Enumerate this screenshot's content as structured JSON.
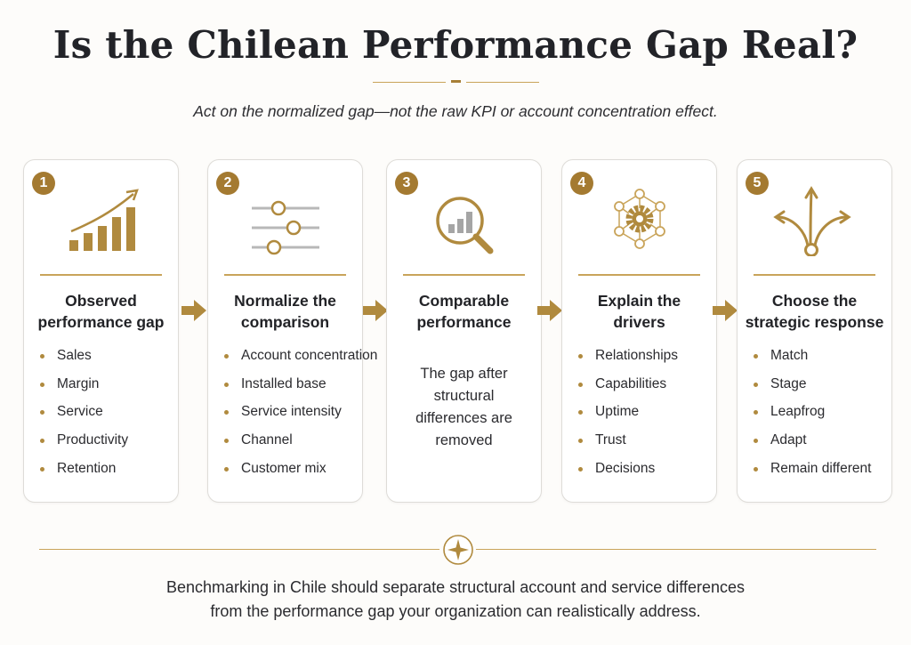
{
  "title": "Is the Chilean Performance Gap Real?",
  "subtitle": "Act on the normalized gap—not the raw KPI or account concentration effect.",
  "colors": {
    "accent": "#a47a31",
    "accent_light": "#c9a45a",
    "text": "#26262b",
    "card_border": "#dedcd8"
  },
  "steps": [
    {
      "number": "1",
      "icon": "growth-bar-chart-icon",
      "title_line1": "Observed",
      "title_line2": "performance gap",
      "bullets": [
        "Sales",
        "Margin",
        "Service",
        "Productivity",
        "Retention"
      ]
    },
    {
      "number": "2",
      "icon": "sliders-icon",
      "title_line1": "Normalize the",
      "title_line2": "comparison",
      "bullets": [
        "Account concentration",
        "Installed base",
        "Service intensity",
        "Channel",
        "Customer mix"
      ]
    },
    {
      "number": "3",
      "icon": "magnifier-chart-icon",
      "title_line1": "Comparable",
      "title_line2": "performance",
      "desc_lines": [
        "The gap after",
        "structural",
        "differences are",
        "removed"
      ]
    },
    {
      "number": "4",
      "icon": "gear-network-icon",
      "title_line1": "Explain the",
      "title_line2": "drivers",
      "bullets": [
        "Relationships",
        "Capabilities",
        "Uptime",
        "Trust",
        "Decisions"
      ]
    },
    {
      "number": "5",
      "icon": "branching-arrows-icon",
      "title_line1": "Choose the",
      "title_line2": "strategic response",
      "bullets": [
        "Match",
        "Stage",
        "Leapfrog",
        "Adapt",
        "Remain different"
      ]
    }
  ],
  "footer": {
    "line1": "Benchmarking in Chile should separate structural account and service differences",
    "line2": "from the performance gap your organization can realistically address."
  }
}
